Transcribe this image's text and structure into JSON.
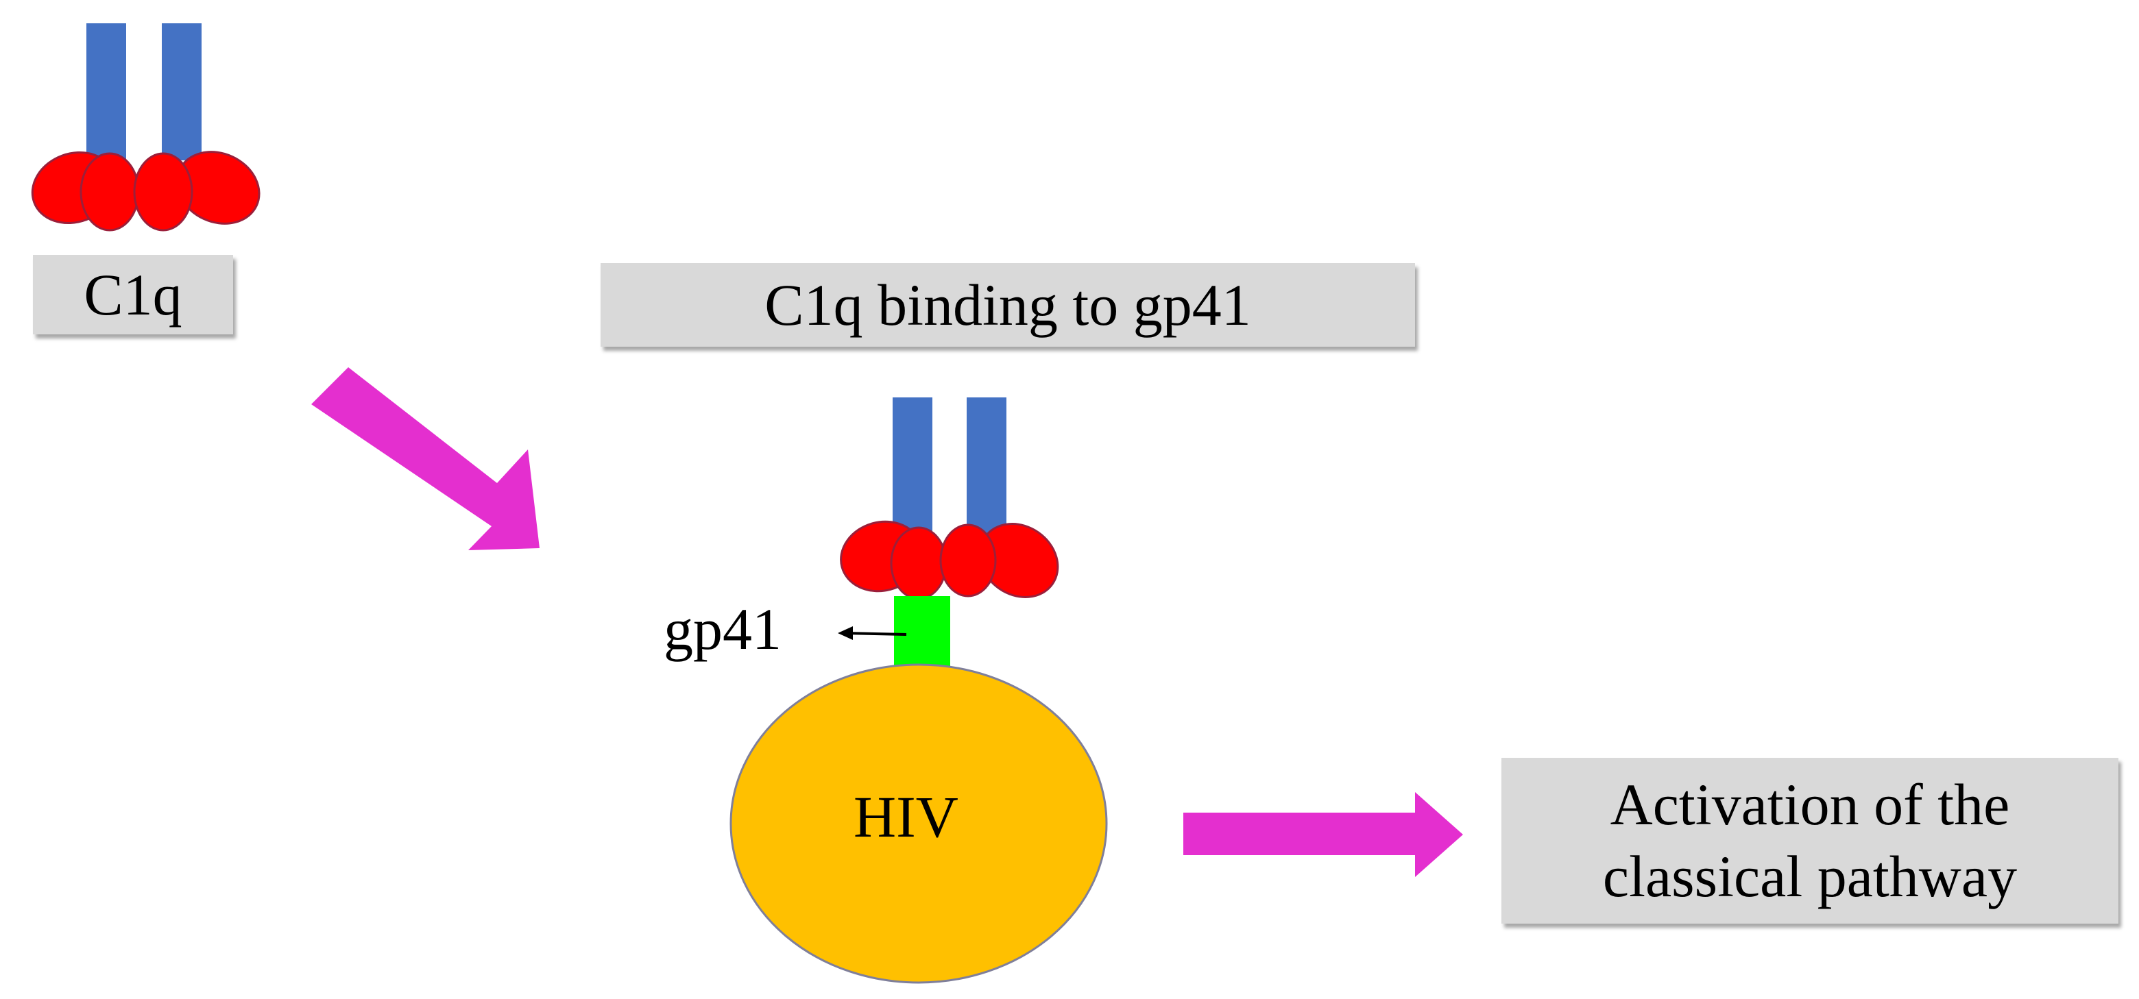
{
  "labels": {
    "c1q": "C1q",
    "binding": "C1q binding to gp41",
    "gp41": "gp41",
    "hiv": "HIV",
    "activation_line1": "Activation of the",
    "activation_line2": "classical pathway"
  },
  "colors": {
    "c1q_stalk": "#4472c4",
    "c1q_head": "#ff0000",
    "gp41": "#00ff00",
    "hiv": "#ffc000",
    "arrow": "#e42fcf",
    "label_box": "#d9d9d9"
  }
}
